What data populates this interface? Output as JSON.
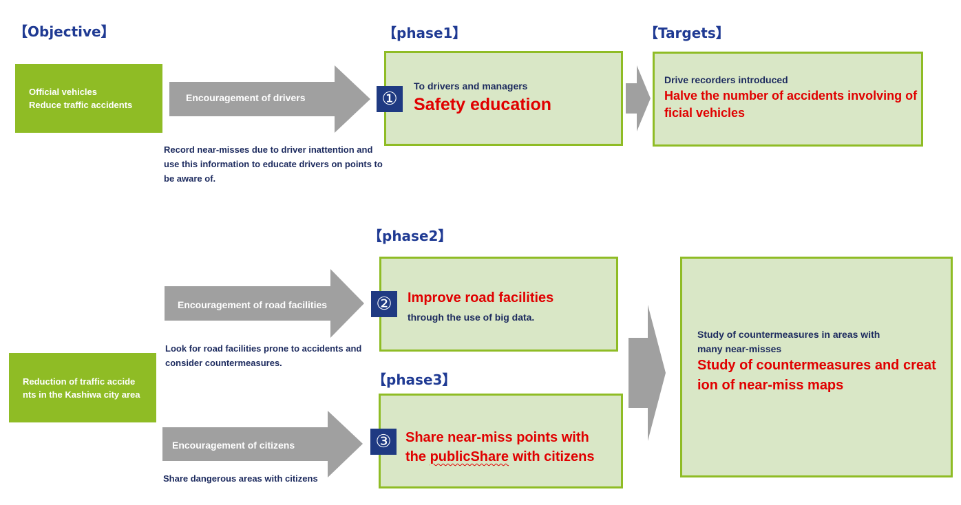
{
  "headings": {
    "objective": "【Objective】",
    "phase1": "【phase1】",
    "targets": "【Targets】",
    "phase2": "【phase2】",
    "phase3": "【phase3】"
  },
  "objectives": {
    "top": {
      "line1": "Official vehicles",
      "line2": "Reduce traffic accidents"
    },
    "bottom": {
      "line1": "Reduction of traffic accide",
      "line2": "nts in the Kashiwa city area"
    }
  },
  "arrows": {
    "drivers": "Encouragement of drivers",
    "road": "Encouragement of road facilities",
    "citizens": "Encouragement of citizens"
  },
  "notes": {
    "drivers": "Record near-misses due to driver inattention and use this information to educate drivers on points to be aware of.",
    "road": "Look for road facilities prone to accidents and consider countermeasures.",
    "citizens": "Share dangerous areas with citizens"
  },
  "phase1": {
    "badge": "①",
    "subtitle": "To drivers and managers",
    "title": "Safety education"
  },
  "target1": {
    "subtitle": "Drive recorders introduced",
    "title_line1": "Halve the number of accidents involving of",
    "title_line2": "ficial vehicles"
  },
  "phase2": {
    "badge": "②",
    "title": "Improve road facilities",
    "subtitle": "through the use of big data."
  },
  "phase3": {
    "badge": "③",
    "title_line1": "Share near-miss points with",
    "title_line2_a": "the ",
    "title_line2_b": "publicShare",
    "title_line2_c": " with citizens"
  },
  "target2": {
    "subtitle_line1": "Study of countermeasures in areas with",
    "subtitle_line2": "many near-misses",
    "title_line1": "Study of countermeasures and creat",
    "title_line2": "ion of near-miss maps"
  },
  "colors": {
    "heading": "#1f3a93",
    "objective_fill": "#8fbc25",
    "box_fill": "#d9e7c6",
    "box_border": "#8fbc25",
    "arrow": "#a0a0a0",
    "badge": "#1f3a82",
    "emphasis": "#e00000",
    "note_text": "#1c2a5e"
  }
}
